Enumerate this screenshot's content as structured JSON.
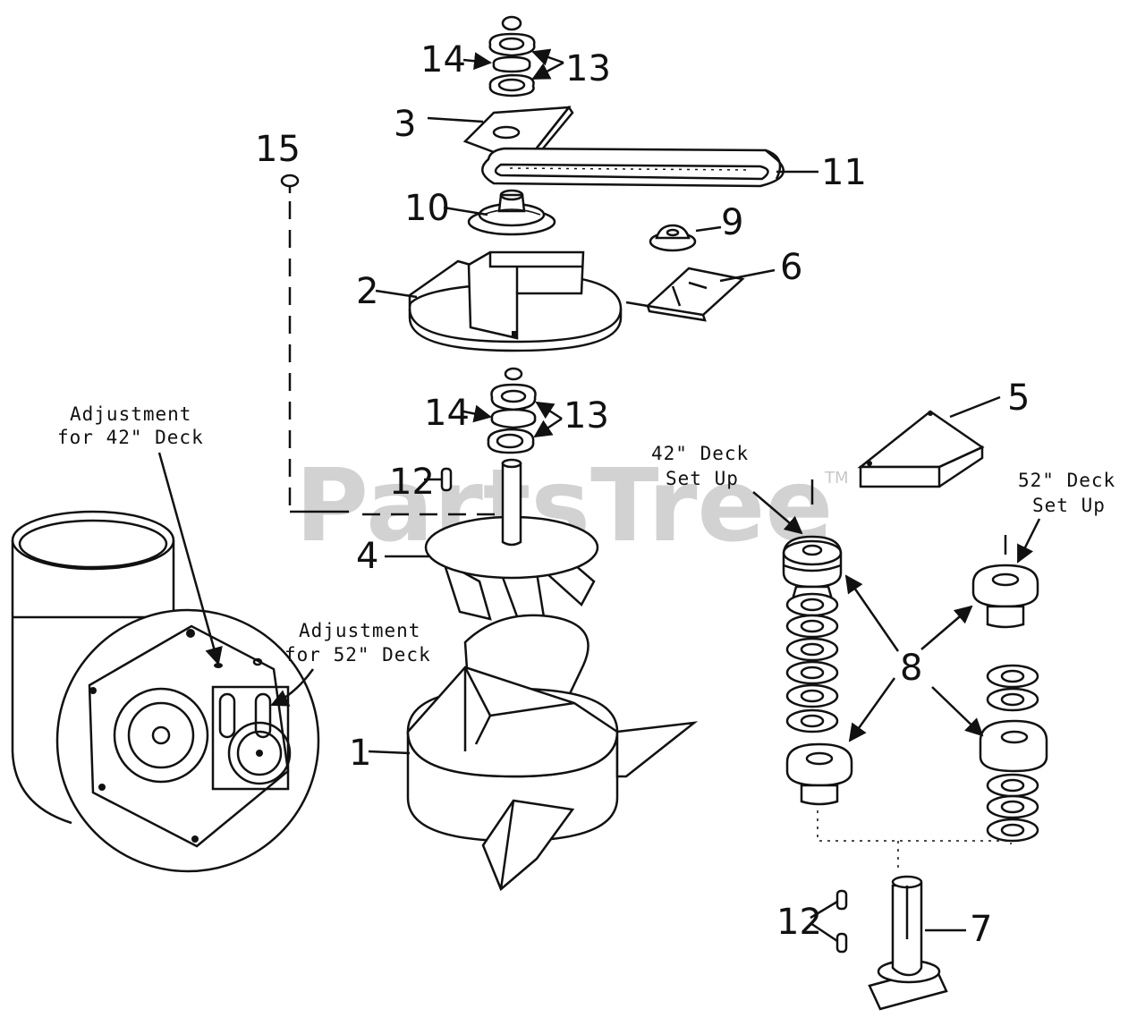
{
  "watermark": {
    "text": "PartsTree",
    "trademark": "TM"
  },
  "callouts": {
    "adj42_line1": "Adjustment",
    "adj42_line2": "for 42\" Deck",
    "adj52_line1": "Adjustment",
    "adj52_line2": "for 52\" Deck",
    "setup42_line1": "42\" Deck",
    "setup42_line2": "Set Up",
    "setup52_line1": "52\" Deck",
    "setup52_line2": "Set Up"
  },
  "part_numbers": {
    "p1": "1",
    "p2": "2",
    "p3": "3",
    "p4": "4",
    "p5": "5",
    "p6": "6",
    "p7": "7",
    "p8": "8",
    "p9": "9",
    "p10": "10",
    "p11": "11",
    "p12a": "12",
    "p12b": "12",
    "p13a": "13",
    "p13b": "13",
    "p14a": "14",
    "p14b": "14",
    "p15": "15"
  },
  "icons": {
    "arrow": "arrowhead",
    "ring": "washer",
    "gear": "pulley"
  }
}
